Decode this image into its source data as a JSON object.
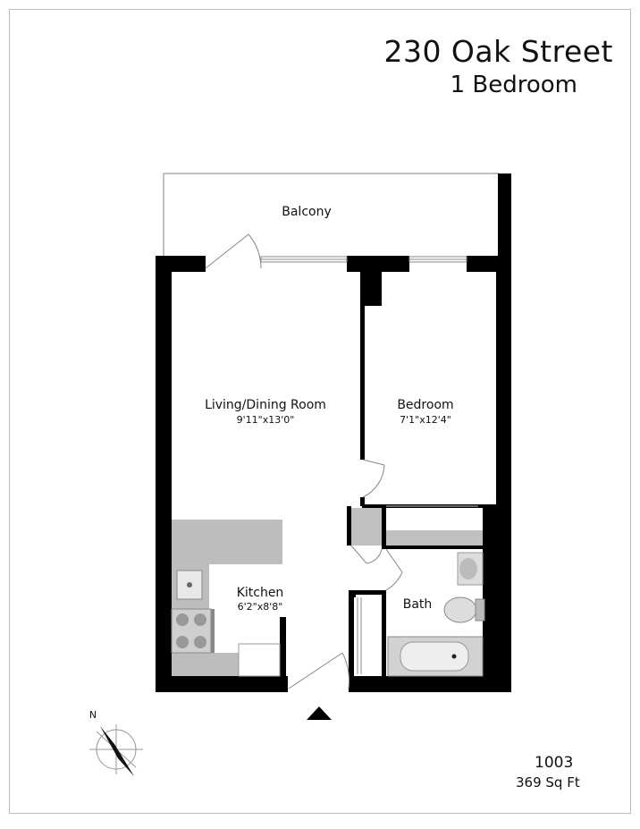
{
  "header": {
    "title": "230 Oak Street",
    "subtitle": "1 Bedroom"
  },
  "rooms": {
    "balcony": {
      "name": "Balcony"
    },
    "living": {
      "name": "Living/Dining Room",
      "dims": "9'11\"x13'0\""
    },
    "bedroom": {
      "name": "Bedroom",
      "dims": "7'1\"x12'4\""
    },
    "kitchen": {
      "name": "Kitchen",
      "dims": "6'2\"x8'8\""
    },
    "bath": {
      "name": "Bath"
    }
  },
  "compass": {
    "label": "N"
  },
  "footer": {
    "unit": "1003",
    "area": "369 Sq Ft"
  }
}
